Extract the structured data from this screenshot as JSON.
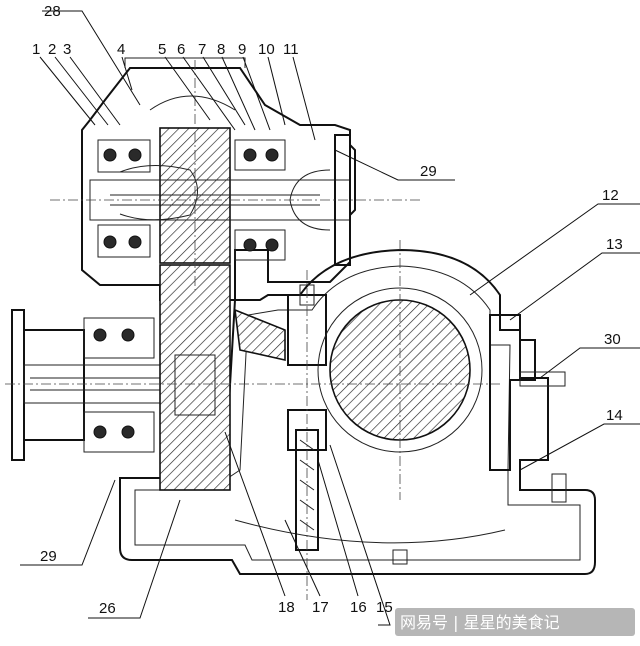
{
  "labels": {
    "l28": "28",
    "l1": "1",
    "l2": "2",
    "l3": "3",
    "l4": "4",
    "l5": "5",
    "l6": "6",
    "l7": "7",
    "l8": "8",
    "l9": "9",
    "l10": "10",
    "l11": "11",
    "l29_top": "29",
    "l12": "12",
    "l13": "13",
    "l30": "30",
    "l14": "14",
    "l29_bottom": "29",
    "l26": "26",
    "l18": "18",
    "l17": "17",
    "l16": "16",
    "l15": "15"
  },
  "watermark": "网易号 | 星星的美食记"
}
